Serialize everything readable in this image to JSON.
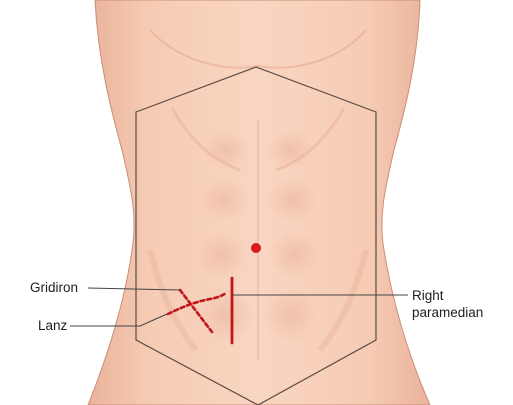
{
  "diagram": {
    "labels": {
      "gridiron": "Gridiron",
      "lanz": "Lanz",
      "right_paramedian_line1": "Right",
      "right_paramedian_line2": "paramedian"
    },
    "colors": {
      "skin": "#f6cbb4",
      "skin_shadow": "#e8ad93",
      "skin_outline": "#c98f78",
      "incision": "#c0161c",
      "umbilicus": "#e0161c",
      "leader_line": "#444444",
      "region_outline": "#5a4a44"
    }
  }
}
